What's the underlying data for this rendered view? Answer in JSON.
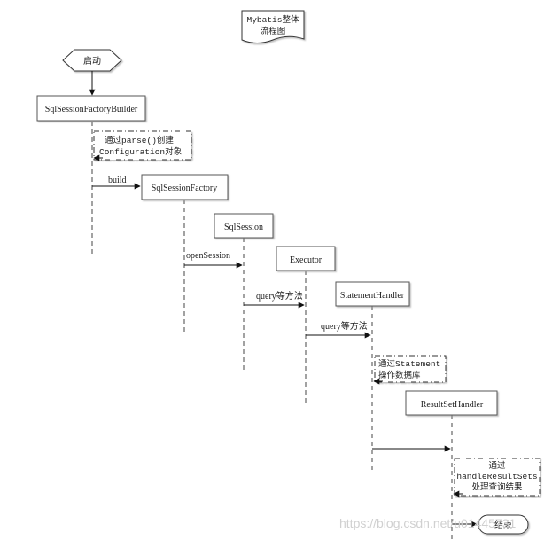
{
  "title": {
    "line1": "Mybatis整体",
    "line2": "流程图"
  },
  "start_label": "启动",
  "nodes": {
    "builder": "SqlSessionFactoryBuilder",
    "factory": "SqlSessionFactory",
    "session": "SqlSession",
    "executor": "Executor",
    "statement_handler": "StatementHandler",
    "resultset_handler": "ResultSetHandler"
  },
  "notes": {
    "parse": {
      "line1": "通过parse()创建",
      "line2": "Configuration对象"
    },
    "statement": {
      "line1": "通过Statement",
      "line2": "操作数据库"
    },
    "result": {
      "line1": "通过",
      "line2": "handleResultSets",
      "line3": "处理查询结果"
    }
  },
  "messages": {
    "build": "build",
    "open_session": "openSession",
    "query1": "query等方法",
    "query2": "query等方法"
  },
  "end_label": "结束",
  "watermark": "https://blog.csdn.net/u01445731"
}
